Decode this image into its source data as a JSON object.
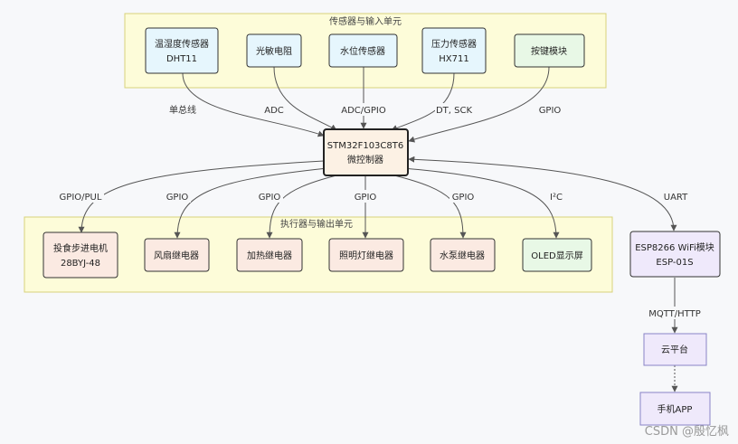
{
  "groups": {
    "sensors": "传感器与输入单元",
    "actuators": "执行器与输出单元"
  },
  "nodes": {
    "dht11": [
      "温湿度传感器",
      "DHT11"
    ],
    "ldr": [
      "光敏电阻"
    ],
    "water": [
      "水位传感器"
    ],
    "pressure": [
      "压力传感器",
      "HX711"
    ],
    "button": [
      "按键模块"
    ],
    "mcu": [
      "STM32F103C8T6",
      "微控制器"
    ],
    "stepper": [
      "投食步进电机",
      "28BYJ-48"
    ],
    "fan": [
      "风扇继电器"
    ],
    "heater": [
      "加热继电器"
    ],
    "light": [
      "照明灯继电器"
    ],
    "pump": [
      "水泵继电器"
    ],
    "oled": [
      "OLED显示屏"
    ],
    "esp": [
      "ESP8266 WiFi模块",
      "ESP-01S"
    ],
    "cloud": [
      "云平台"
    ],
    "app": [
      "手机APP"
    ]
  },
  "edges": {
    "dht11": "单总线",
    "ldr": "ADC",
    "water": "ADC/GPIO",
    "pressure": "DT, SCK",
    "button": "GPIO",
    "stepper": "GPIO/PUL",
    "fan": "GPIO",
    "heater": "GPIO",
    "light": "GPIO",
    "pump": "GPIO",
    "oled": "I²C",
    "esp": "UART",
    "cloud": "MQTT/HTTP"
  },
  "watermark": "CSDN @殷忆枫",
  "colors": {
    "group_fill": "#fdfcd9",
    "group_stroke": "#d8d27a",
    "sensor_fill": "#e6f6fd",
    "button_fill": "#e8f8e6",
    "mcu_fill": "#fcf1e4",
    "actuator_fill": "#fbeae2",
    "oled_fill": "#e8f8e6",
    "esp_fill": "#efe9fb",
    "edge": "#555555"
  }
}
